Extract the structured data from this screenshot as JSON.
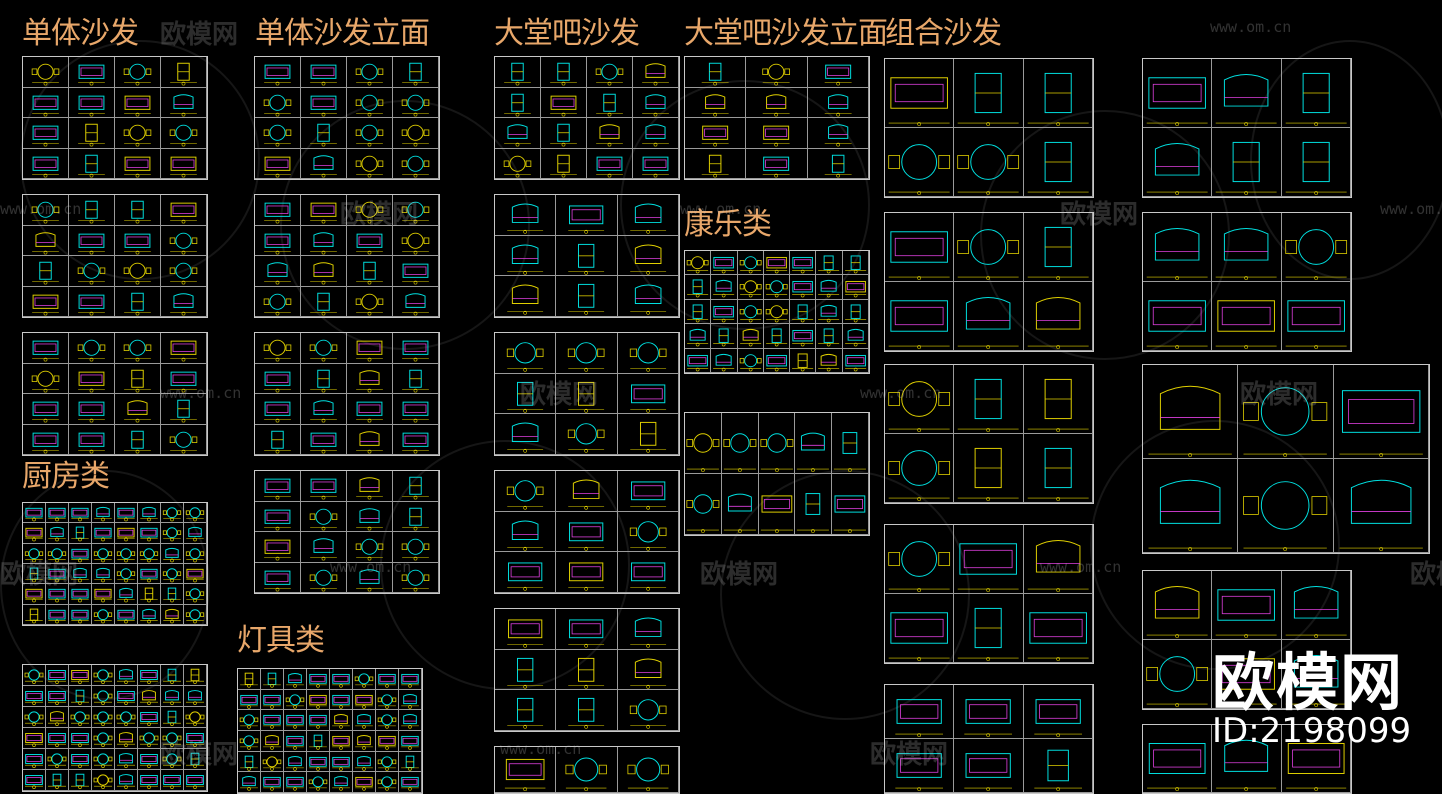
{
  "headings": {
    "single_sofa": "单体沙发",
    "single_sofa_elevation": "单体沙发立面",
    "lobby_bar_sofa": "大堂吧沙发",
    "lobby_bar_sofa_elevation": "大堂吧沙发立面",
    "combo_sofa": "组合沙发",
    "kitchen": "厨房类",
    "recreation": "康乐类",
    "lighting": "灯具类"
  },
  "watermark": {
    "text": "欧模网",
    "url": "www.om.cn"
  },
  "brand": {
    "name": "欧模网",
    "id": "ID:2198099"
  },
  "colors": {
    "background": "#000000",
    "heading": "#e8a76a",
    "cad_cyan": "#00e0e0",
    "cad_yellow": "#e0d000",
    "cad_magenta": "#e040e0",
    "frame": "#c8c8c8"
  }
}
